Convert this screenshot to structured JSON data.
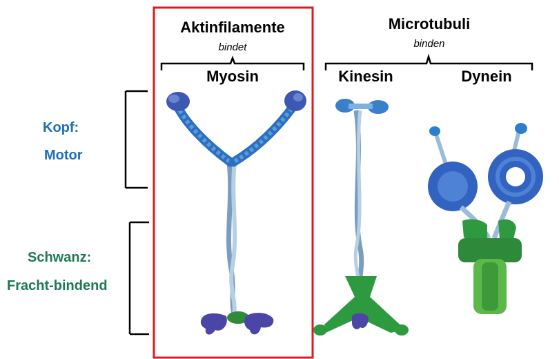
{
  "left_labels": {
    "head_title": "Kopf:",
    "head_sub": "Motor",
    "tail_title": "Schwanz:",
    "tail_sub": "Fracht-bindend"
  },
  "myosin_panel": {
    "filament": "Aktinfilamente",
    "verb": "bindet",
    "protein": "Myosin"
  },
  "microtubule_panel": {
    "filament": "Microtubuli",
    "verb": "binden",
    "protein_left": "Kinesin",
    "protein_right": "Dynein"
  },
  "colors": {
    "head_blue": "#1c6fb8",
    "tail_green": "#1a7a4e",
    "highlight_red": "#e0191e"
  }
}
